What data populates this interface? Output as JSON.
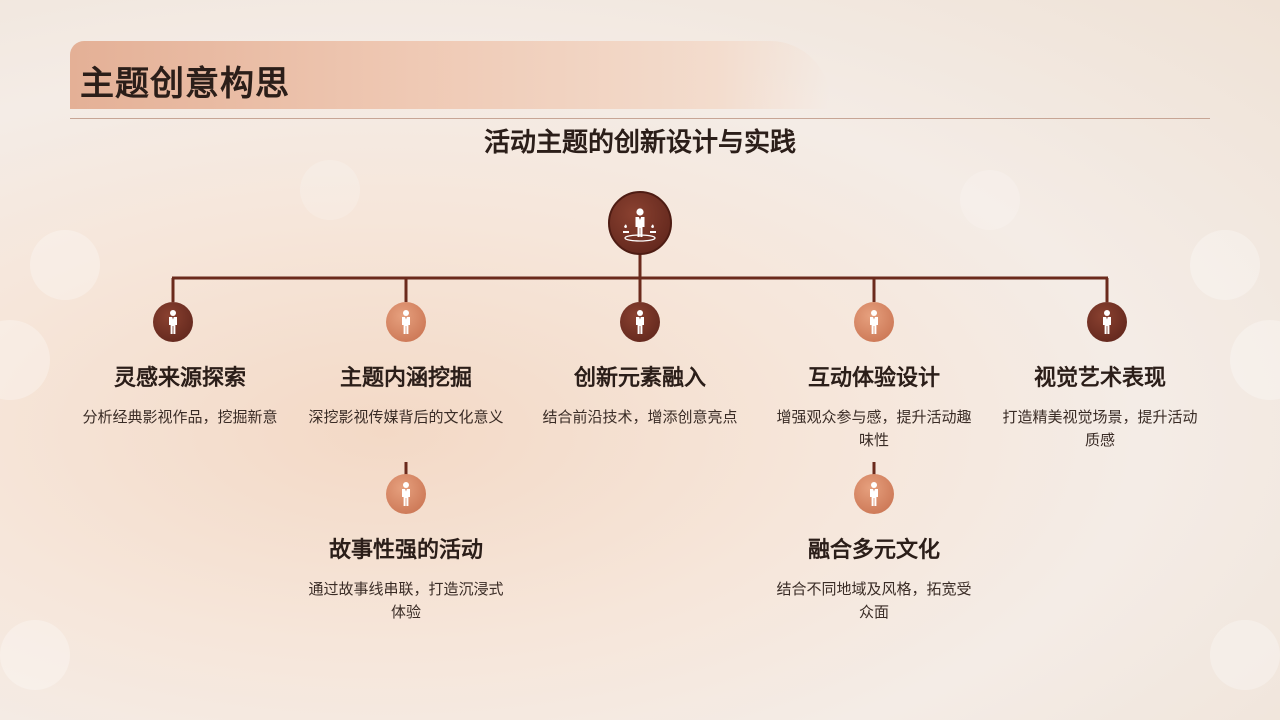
{
  "header": {
    "title": "主题创意构思"
  },
  "subtitle": "活动主题的创新设计与实践",
  "nodes": [
    {
      "title": "灵感来源探索",
      "desc": "分析经典影视作品，挖掘新意"
    },
    {
      "title": "主题内涵挖掘",
      "desc": "深挖影视传媒背后的文化意义"
    },
    {
      "title": "创新元素融入",
      "desc": "结合前沿技术，增添创意亮点"
    },
    {
      "title": "互动体验设计",
      "desc": "增强观众参与感，提升活动趣味性"
    },
    {
      "title": "视觉艺术表现",
      "desc": "打造精美视觉场景，提升活动质感"
    },
    {
      "title": "故事性强的活动",
      "desc": "通过故事线串联，打造沉浸式体验"
    },
    {
      "title": "融合多元文化",
      "desc": "结合不同地域及风格，拓宽受众面"
    }
  ],
  "icons": {
    "root": "person-with-awards-icon",
    "node": "person-icon"
  },
  "colors": {
    "line": "#6b2a1c",
    "icon_dark": "#6e2c20",
    "icon_light": "#d9865f",
    "text": "#2b1e19"
  }
}
